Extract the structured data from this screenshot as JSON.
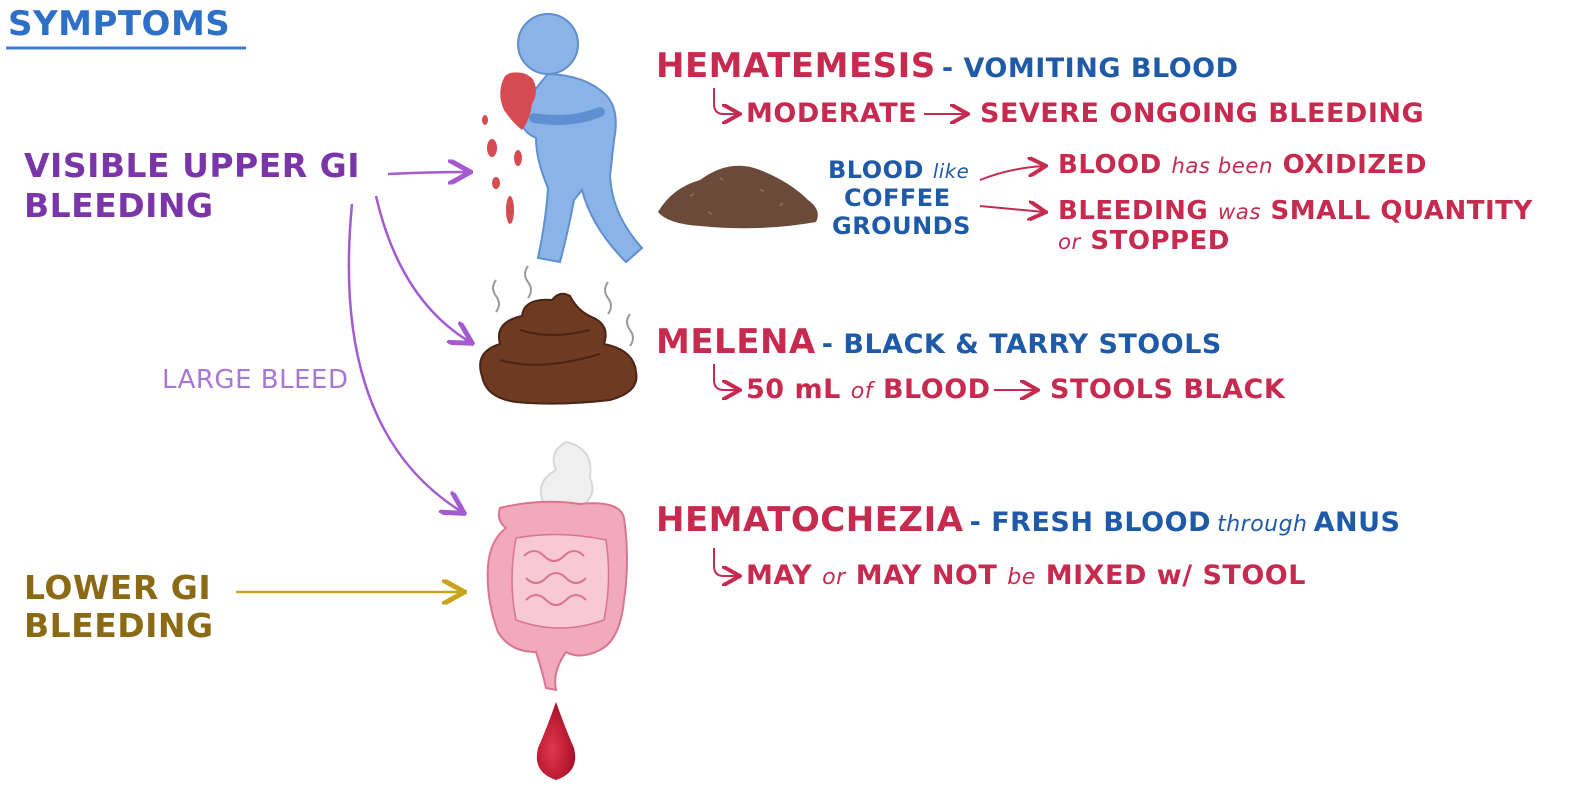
{
  "heading": "SYMPTOMS",
  "left": {
    "upper_line1": "VISIBLE UPPER GI",
    "upper_line2": "BLEEDING",
    "large_bleed": "LARGE BLEED",
    "lower_line1": "LOWER GI",
    "lower_line2": "BLEEDING"
  },
  "hematemesis": {
    "term": "HEMATEMESIS",
    "desc": "- VOMITING BLOOD",
    "from": "MODERATE",
    "to": "SEVERE ONGOING BLEEDING"
  },
  "coffee": {
    "blood": "BLOOD",
    "like": "like",
    "line2": "COFFEE",
    "line3": "GROUNDS",
    "ox_a": "BLOOD",
    "ox_b": "has been",
    "ox_c": "OXIDIZED",
    "sm_a": "BLEEDING",
    "sm_b": "was",
    "sm_c": "SMALL QUANTITY",
    "sm_d": "or",
    "sm_e": "STOPPED"
  },
  "melena": {
    "term": "MELENA",
    "desc": "- BLACK & TARRY STOOLS",
    "a": "50 mL",
    "b": "of",
    "c": "BLOOD",
    "d": "STOOLS BLACK"
  },
  "hematochezia": {
    "term": "HEMATOCHEZIA",
    "desc_a": "- FRESH BLOOD",
    "desc_b": "through",
    "desc_c": "ANUS",
    "m1": "MAY",
    "m2": "or",
    "m3": "MAY NOT",
    "m4": "be",
    "m5": "MIXED w/ STOOL"
  },
  "colors": {
    "red": "#c72a4f",
    "blue": "#1e5aa8",
    "purple": "#7a35a8",
    "olive": "#8a6a14",
    "lavender": "#a877d6",
    "figure": "#8ab4e8",
    "stool": "#6e3a22",
    "grounds": "#6b4a3a",
    "colon": "#f2a9bd"
  },
  "icons": [
    "vomiting-person-icon",
    "coffee-grounds-icon",
    "stool-icon",
    "intestines-icon",
    "blood-drop-icon"
  ]
}
